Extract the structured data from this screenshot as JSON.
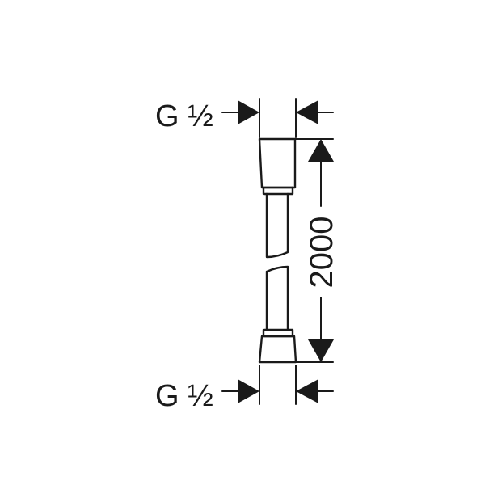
{
  "thread_top": "G ½",
  "thread_bottom": "G ½",
  "length_dimension": "2000",
  "colors": {
    "line": "#1a1a1a",
    "background": "#ffffff"
  }
}
